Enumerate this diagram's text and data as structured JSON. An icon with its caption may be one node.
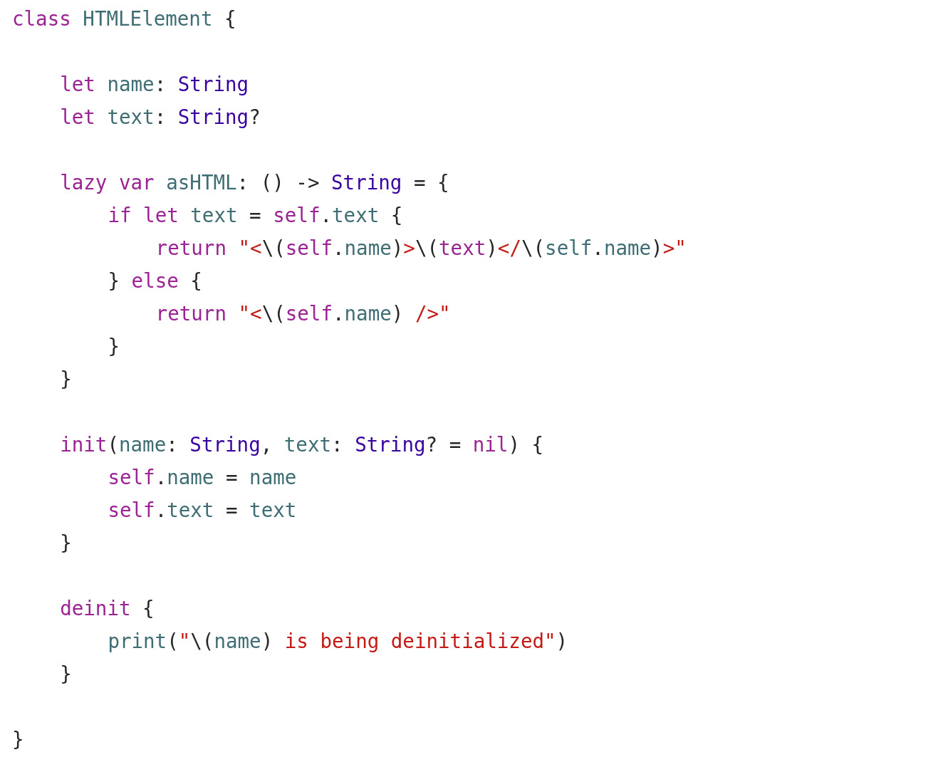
{
  "diagram": {
    "labels": [
      "class HTMLElement {",
      "let name: String",
      "let text: String?",
      "lazy var asHTML: () -> String = {",
      "if let text = self.text {",
      "return \"<\\(self.name)>\\(text)</\\(self.name)>\"",
      "} else {",
      "return \"<\\(self.name) />\"",
      "}",
      "}",
      "init(name: String, text: String? = nil) {",
      "self.name = name",
      "self.text = text",
      "}",
      "deinit {",
      "print(\"\\(name) is being deinitialized\")",
      "}",
      "}"
    ]
  }
}
